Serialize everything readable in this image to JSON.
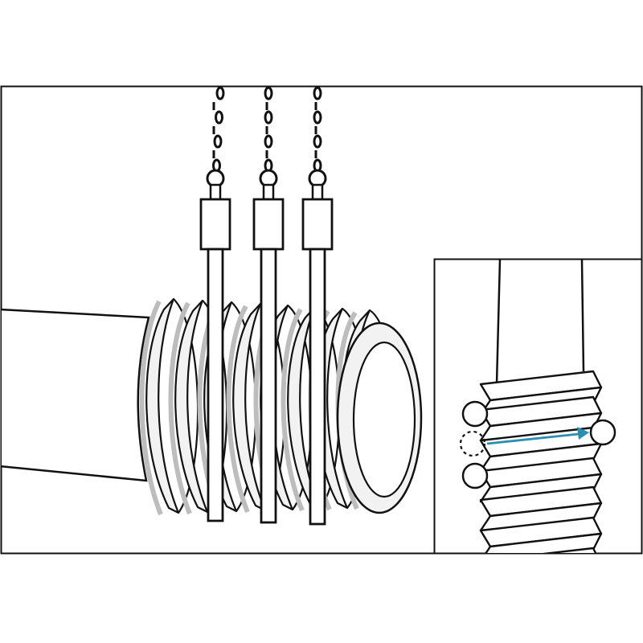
{
  "illustration": {
    "subject": "three-wire-thread-measurement",
    "wire_count": 3,
    "inset_wire_count": 3,
    "colors": {
      "background": "#ffffff",
      "stroke": "#111111",
      "thread_fill": "#f2f2f2",
      "thread_shadow": "#bdbdbd",
      "accent_arrow": "#2a8fb0"
    }
  }
}
